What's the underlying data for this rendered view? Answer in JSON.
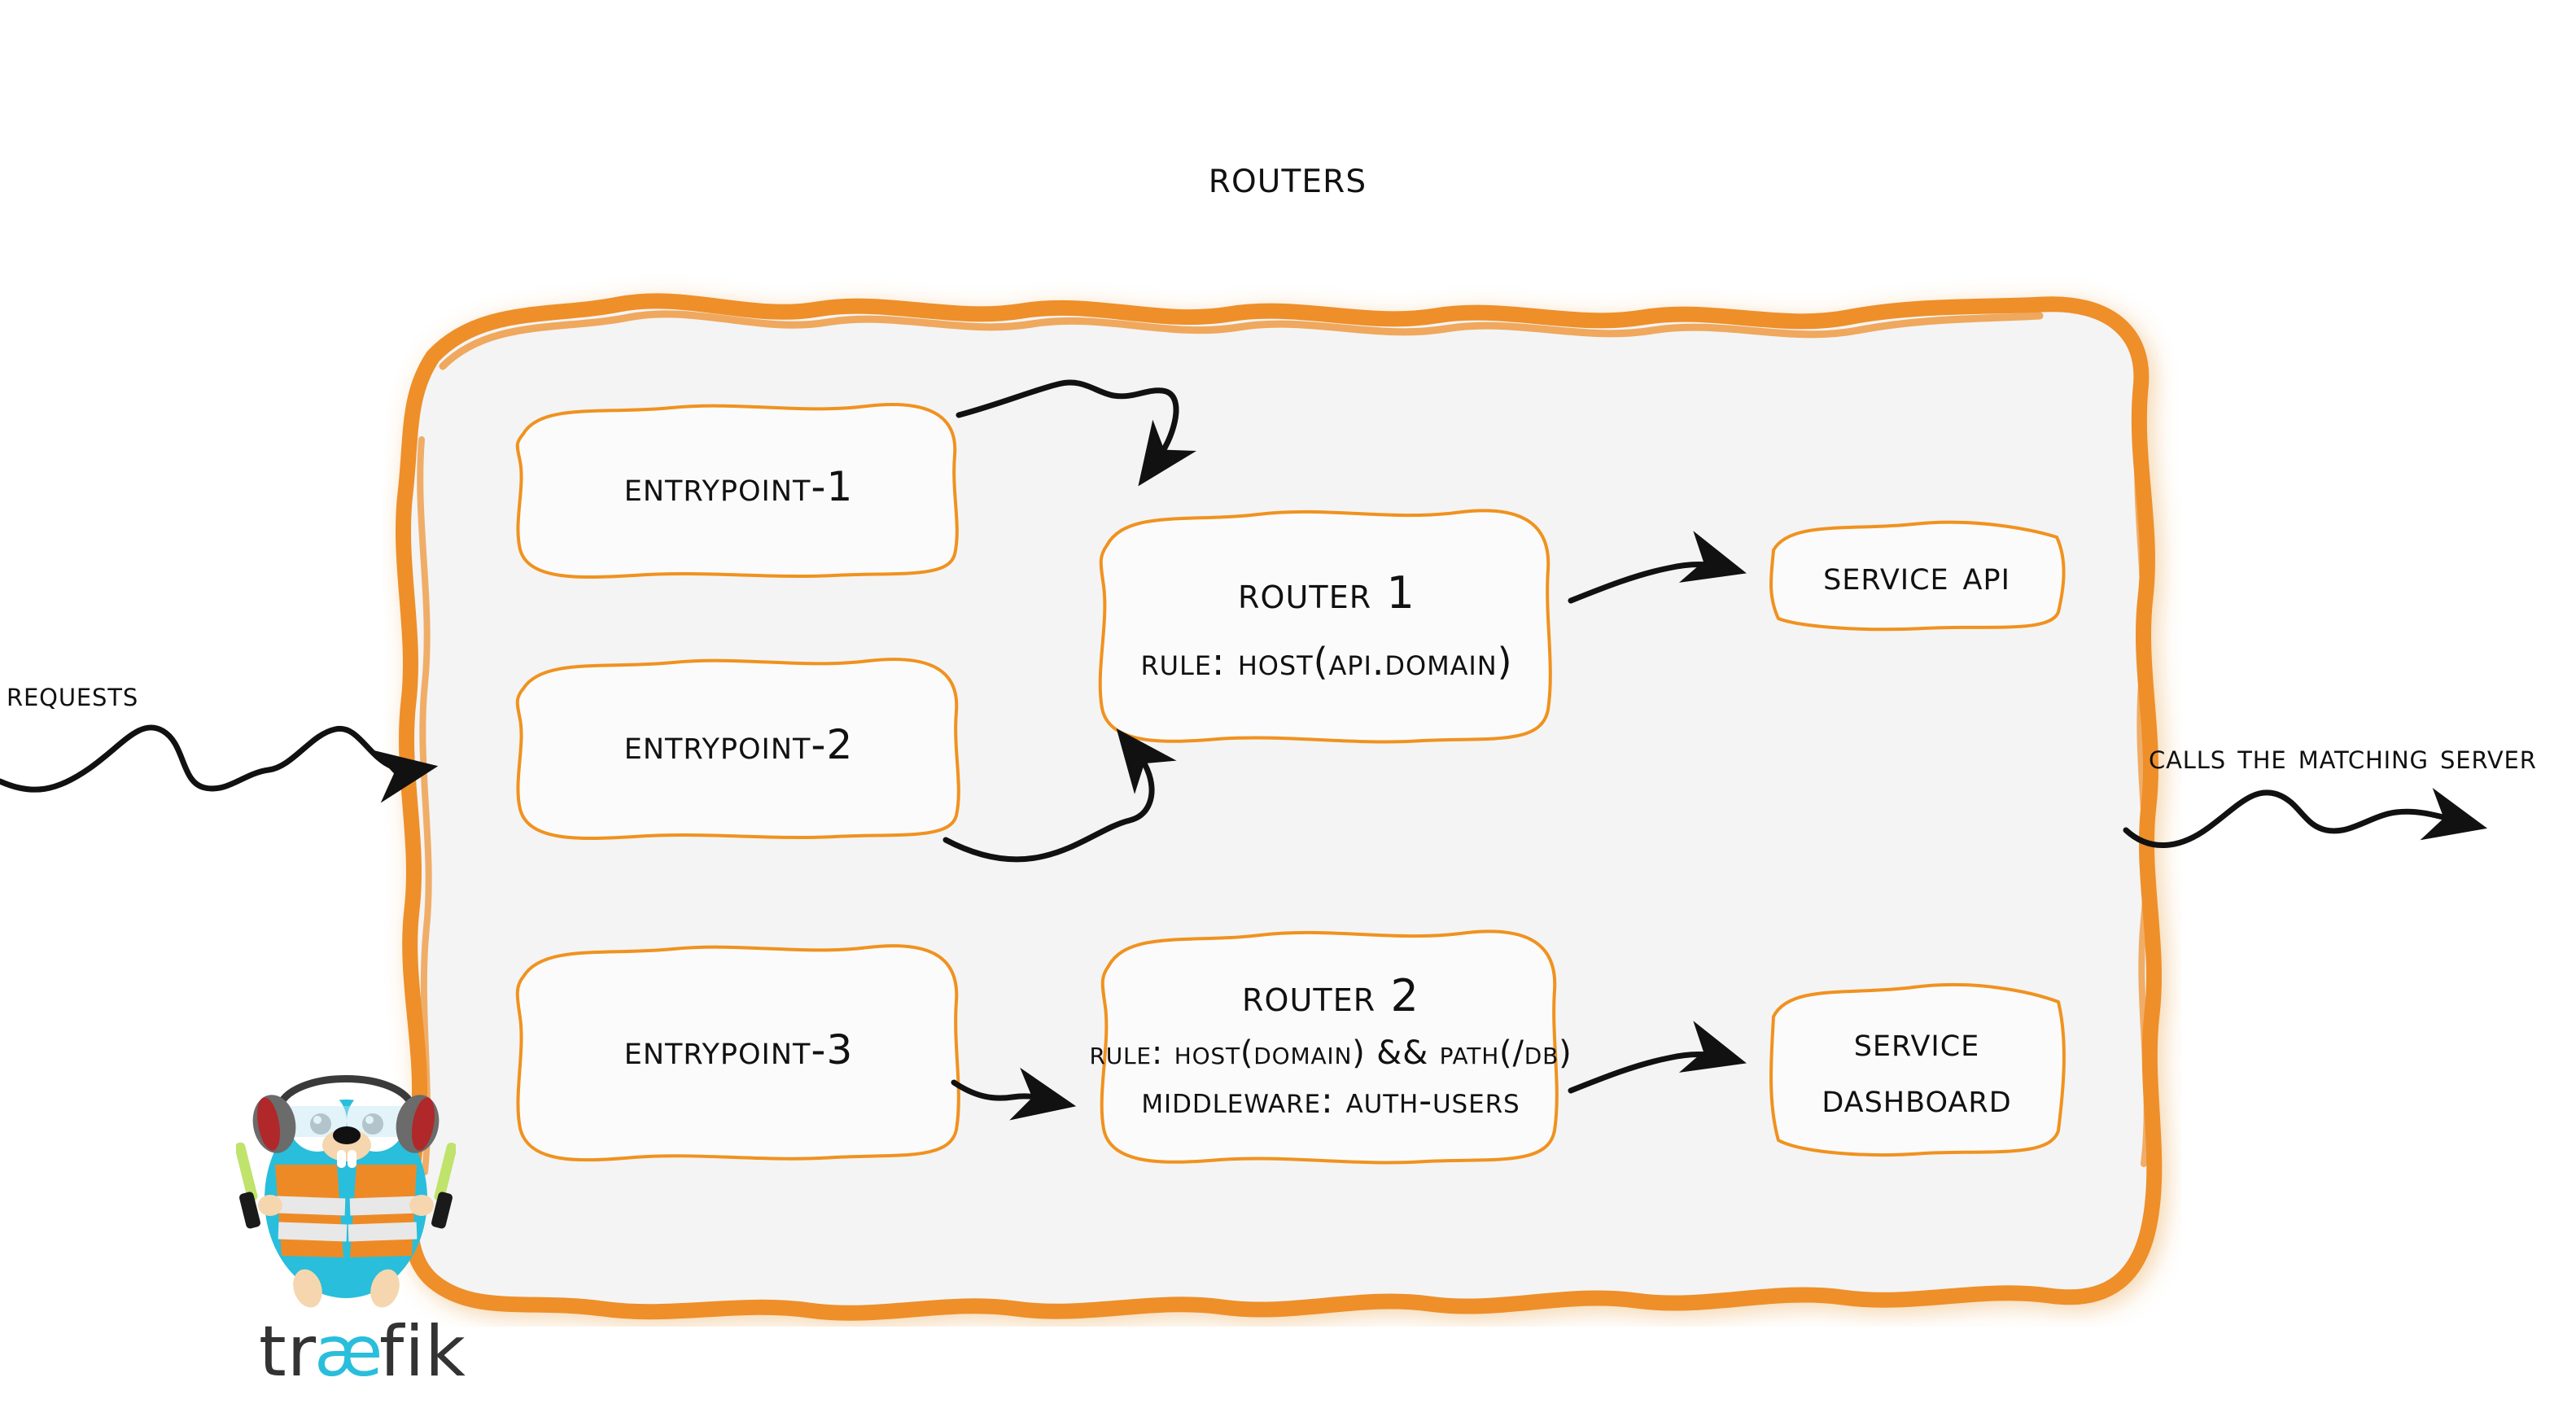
{
  "diagram": {
    "title": "Routers",
    "brand_color": "#EE8F2B",
    "panel_fill": "#F4F4F4",
    "ink_color": "#111111",
    "gopher_body_color": "#29BEDB",
    "gopher_vest_color": "#EE8A26",
    "logo_text": "træfik"
  },
  "entrypoints": [
    {
      "label": "entrypoint-1"
    },
    {
      "label": "entrypoint-2"
    },
    {
      "label": "entrypoint-3"
    }
  ],
  "routers": [
    {
      "name": "Router 1",
      "rule": "rule: Host(api.domain)"
    },
    {
      "name": "Router 2",
      "rule": "rule: Host(domain) && Path(/db)",
      "middleware": "Middleware: auth-users"
    }
  ],
  "services": [
    {
      "label": "Service API"
    },
    {
      "label_line1": "Service",
      "label_line2": "Dashboard"
    }
  ],
  "side_labels": {
    "incoming": "Requests",
    "outgoing": "Calls the matching server"
  },
  "icons": {
    "incoming_arrow": "wavy-arrow-right-icon",
    "ep1_to_router1_arrow": "wavy-arrow-curve-down-icon",
    "ep2_to_router1_arrow": "wavy-arrow-curve-up-icon",
    "router1_to_service_arrow": "wavy-arrow-right-icon",
    "ep3_to_router2_arrow": "wavy-arrow-short-right-icon",
    "router2_to_service_arrow": "wavy-arrow-right-icon",
    "outgoing_arrow": "wavy-arrow-right-icon",
    "mascot": "traefik-gopher-icon",
    "wordmark": "traefik-wordmark-icon"
  }
}
